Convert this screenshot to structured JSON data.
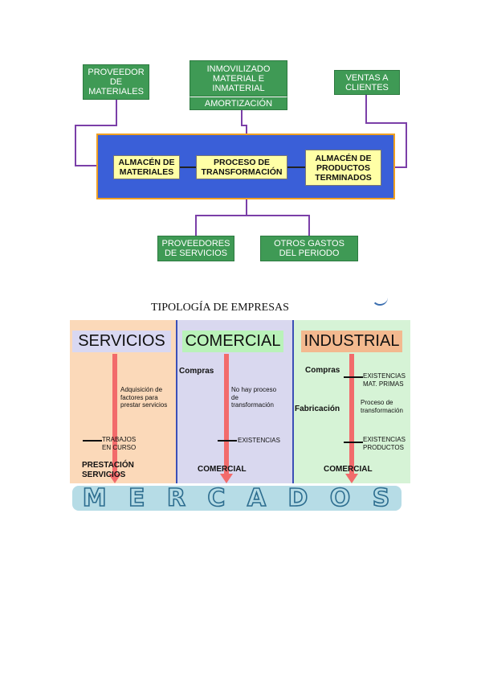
{
  "diagram1": {
    "proveedor_materiales": "PROVEEDOR DE MATERIALES",
    "inmovilizado": "INMOVILIZADO MATERIAL E INMATERIAL",
    "amortizacion": "AMORTIZACIÓN",
    "ventas_clientes": "VENTAS A CLIENTES",
    "almacen_materiales": "ALMACÉN DE MATERIALES",
    "proceso_transformacion": "PROCESO DE TRANSFORMACIÓN",
    "almacen_productos": "ALMACÉN DE PRODUCTOS TERMINADOS",
    "proveedores_servicios": "PROVEEDORES DE SERVICIOS",
    "otros_gastos": "OTROS GASTOS DEL PERIODO",
    "colors": {
      "green": "#3f9a55",
      "blue": "#3a5fd8",
      "yellow": "#ffffa6",
      "connector": "#7b3fa8",
      "border": "#f0a020"
    }
  },
  "diagram2": {
    "title": "TIPOLOGÍA DE EMPRESAS",
    "servicios": {
      "header": "SERVICIOS",
      "desc": "Adquisición de factores para prestar servicios",
      "stock": "TRABAJOS EN CURSO",
      "final": "PRESTACIÓN SERVICIOS"
    },
    "comercial": {
      "header": "COMERCIAL",
      "compras": "Compras",
      "desc": "No hay proceso de transformación",
      "stock": "EXISTENCIAS",
      "final": "COMERCIAL"
    },
    "industrial": {
      "header": "INDUSTRIAL",
      "compras": "Compras",
      "stock1": "EXISTENCIAS MAT. PRIMAS",
      "fabricacion": "Fabricación",
      "desc": "Proceso de transformación",
      "stock2": "EXISTENCIAS PRODUCTOS",
      "final": "COMERCIAL"
    },
    "mercados": [
      "M",
      "E",
      "R",
      "C",
      "A",
      "D",
      "O",
      "S"
    ],
    "colors": {
      "servicios_bg": "#fbd9b9",
      "comercial_bg": "#d9d8ef",
      "industrial_bg": "#d6f3d6",
      "arrow": "#f26b6b",
      "mercados_bg": "#b6dce6"
    }
  }
}
